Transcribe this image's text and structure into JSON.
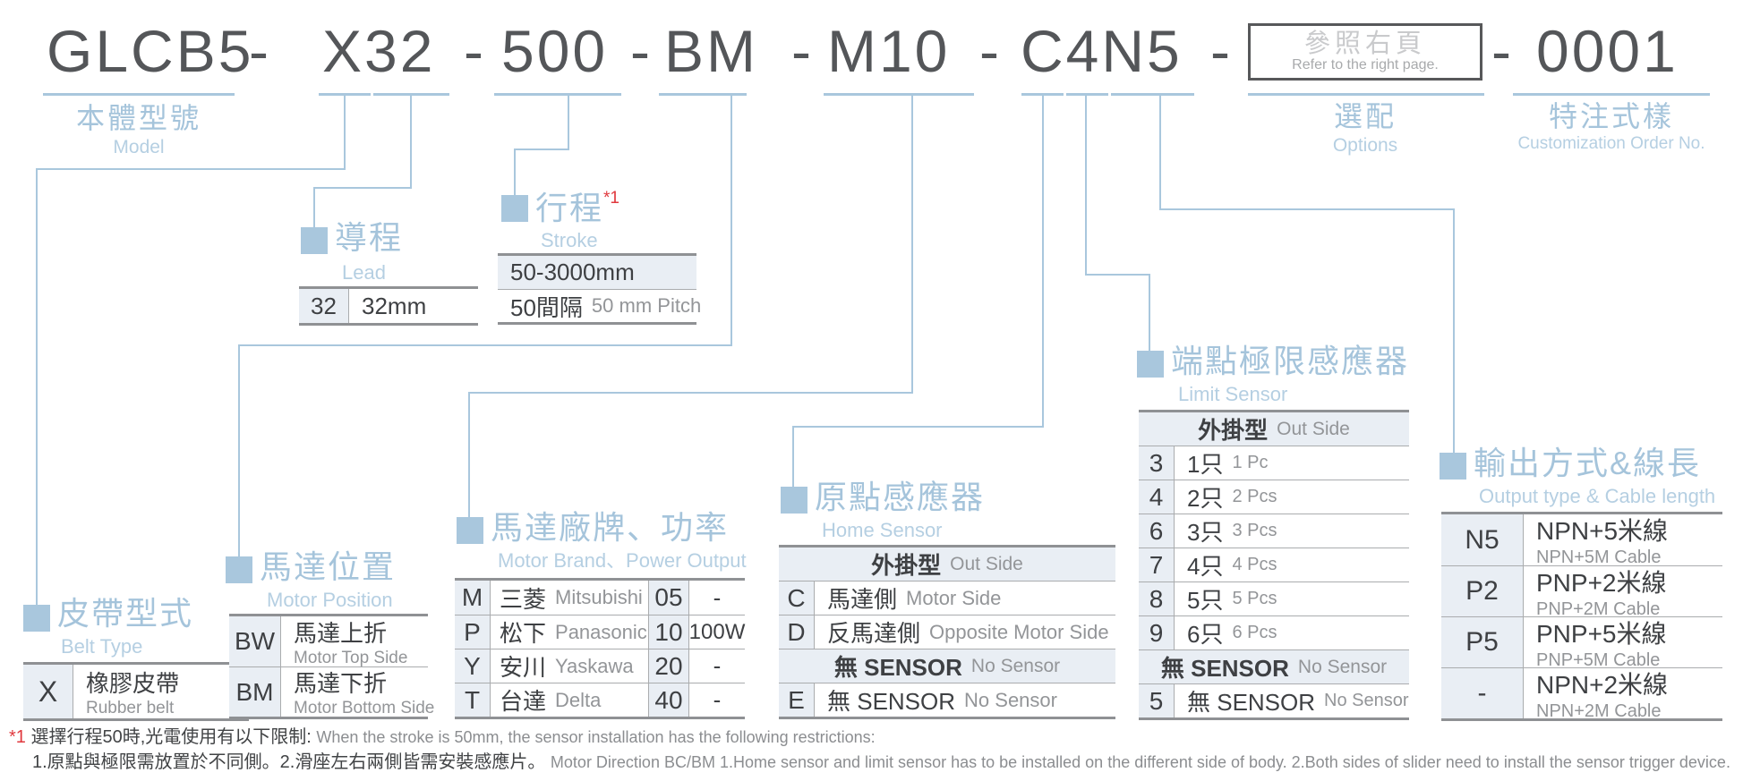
{
  "title": {
    "dash": "-",
    "segments": {
      "model": "GLCB5",
      "belt_lead": "X32",
      "stroke": "500",
      "motor_pos": "BM",
      "motor": "M10",
      "sensor": "C4N5",
      "order_no": "0001"
    },
    "options_box": {
      "zh": "參照右頁",
      "en": "Refer to the right page."
    }
  },
  "top_labels": {
    "model": {
      "zh": "本體型號",
      "en": "Model"
    },
    "options": {
      "zh": "選配",
      "en": "Options"
    },
    "customization": {
      "zh": "特注式樣",
      "en": "Customization Order No."
    }
  },
  "belt": {
    "title": {
      "zh": "皮帶型式",
      "en": "Belt Type"
    },
    "row": {
      "code": "X",
      "zh": "橡膠皮帶",
      "en": "Rubber belt"
    }
  },
  "lead": {
    "title": {
      "zh": "導程",
      "en": "Lead"
    },
    "row": {
      "code": "32",
      "value": "32mm"
    }
  },
  "stroke": {
    "title": {
      "zh": "行程",
      "en": "Stroke"
    },
    "note": "*1",
    "range": "50-3000mm",
    "pitch_zh": "50間隔",
    "pitch_en": "50 mm Pitch"
  },
  "motor_position": {
    "title": {
      "zh": "馬達位置",
      "en": "Motor Position"
    },
    "rows": [
      {
        "code": "BW",
        "zh": "馬達上折",
        "en": "Motor Top Side"
      },
      {
        "code": "BM",
        "zh": "馬達下折",
        "en": "Motor Bottom Side"
      }
    ]
  },
  "motor_brand": {
    "title": {
      "zh": "馬達廠牌、功率",
      "en": "Motor Brand、Power Output"
    },
    "rows": [
      {
        "code": "M",
        "zh": "三菱",
        "en": "Mitsubishi",
        "pcode": "05",
        "power": "-"
      },
      {
        "code": "P",
        "zh": "松下",
        "en": "Panasonic",
        "pcode": "10",
        "power": "100W"
      },
      {
        "code": "Y",
        "zh": "安川",
        "en": "Yaskawa",
        "pcode": "20",
        "power": "-"
      },
      {
        "code": "T",
        "zh": "台達",
        "en": "Delta",
        "pcode": "40",
        "power": "-"
      }
    ]
  },
  "home_sensor": {
    "title": {
      "zh": "原點感應器",
      "en": "Home Sensor"
    },
    "header": {
      "zh": "外掛型",
      "en": "Out Side"
    },
    "rows": [
      {
        "code": "C",
        "zh": "馬達側",
        "en": "Motor Side"
      },
      {
        "code": "D",
        "zh": "反馬達側",
        "en": "Opposite Motor Side"
      }
    ],
    "subheader": {
      "zh": "無 SENSOR",
      "en": "No Sensor"
    },
    "rows2": [
      {
        "code": "E",
        "zh": "無 SENSOR",
        "en": "No Sensor"
      }
    ]
  },
  "limit_sensor": {
    "title": {
      "zh": "端點極限感應器",
      "en": "Limit Sensor"
    },
    "header": {
      "zh": "外掛型",
      "en": "Out Side"
    },
    "rows": [
      {
        "code": "3",
        "zh": "1只",
        "en": "1 Pc"
      },
      {
        "code": "4",
        "zh": "2只",
        "en": "2 Pcs"
      },
      {
        "code": "6",
        "zh": "3只",
        "en": "3 Pcs"
      },
      {
        "code": "7",
        "zh": "4只",
        "en": "4 Pcs"
      },
      {
        "code": "8",
        "zh": "5只",
        "en": "5 Pcs"
      },
      {
        "code": "9",
        "zh": "6只",
        "en": "6 Pcs"
      }
    ],
    "subheader": {
      "zh": "無 SENSOR",
      "en": "No Sensor"
    },
    "rows2": [
      {
        "code": "5",
        "zh": "無 SENSOR",
        "en": "No Sensor"
      }
    ]
  },
  "output": {
    "title": {
      "zh": "輸出方式&線長",
      "en": "Output type & Cable length"
    },
    "rows": [
      {
        "code": "N5",
        "zh": "NPN+5米線",
        "en": "NPN+5M Cable"
      },
      {
        "code": "P2",
        "zh": "PNP+2米線",
        "en": "PNP+2M Cable"
      },
      {
        "code": "P5",
        "zh": "PNP+5米線",
        "en": "PNP+5M Cable"
      },
      {
        "code": "-",
        "zh": "NPN+2米線",
        "en": "NPN+2M Cable"
      }
    ]
  },
  "footnote": {
    "ref": "*1",
    "line1_zh": "選擇行程50時,光電使用有以下限制:",
    "line1_en": "When the stroke is 50mm, the sensor installation has the following restrictions:",
    "line2_zh": "1.原點與極限需放置於不同側。2.滑座左右兩側皆需安裝感應片。",
    "line2_en": "Motor Direction BC/BM 1.Home sensor and limit sensor has to be installed on the different side of body.  2.Both sides of slider need to install the sensor trigger device."
  },
  "colors": {
    "accent_blue": "#a9c7dd",
    "dark_text": "#3e4043",
    "gray_text": "#939598",
    "cell_bg": "#e9eef4",
    "red": "#e0393e"
  }
}
